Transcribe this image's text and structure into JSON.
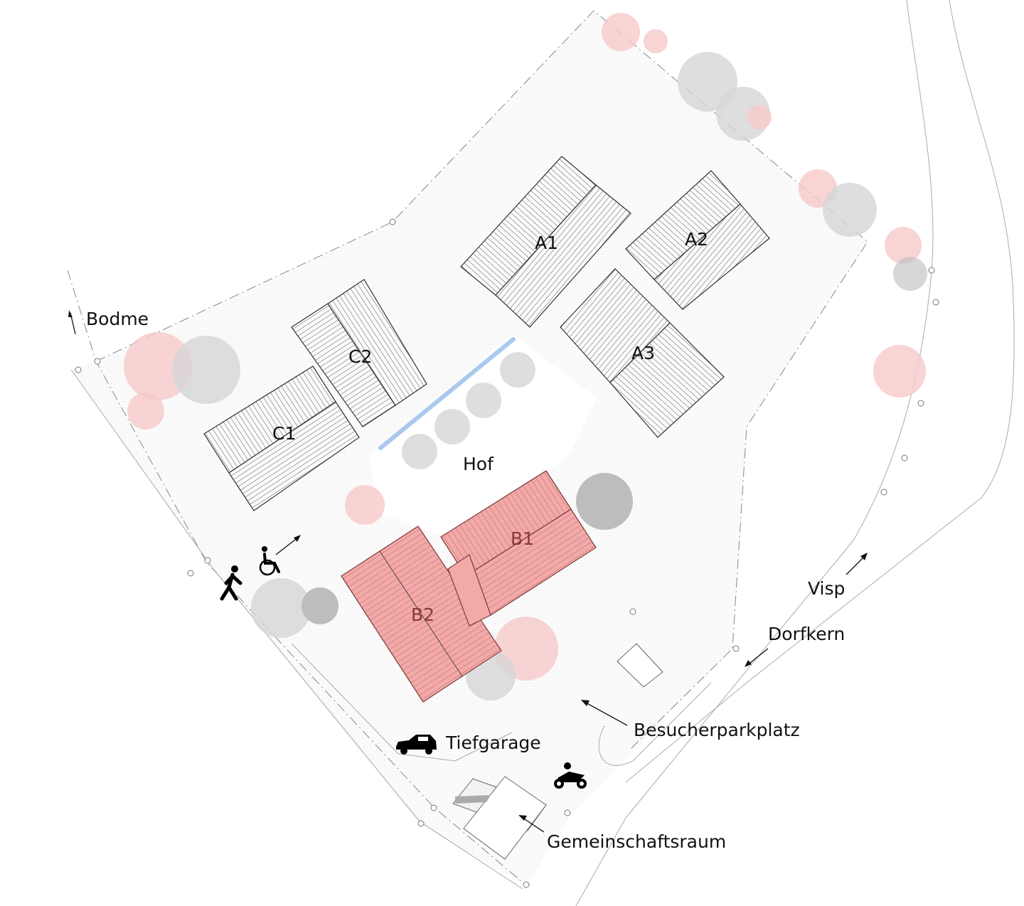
{
  "buildings": {
    "a1": "A1",
    "a2": "A2",
    "a3": "A3",
    "b1": "B1",
    "b2": "B2",
    "c1": "C1",
    "c2": "C2"
  },
  "labels": {
    "hof": "Hof",
    "bodme": "Bodme",
    "visp": "Visp",
    "dorfkern": "Dorfkern",
    "besucherparkplatz": "Besucherparkplatz",
    "tiefgarage": "Tiefgarage",
    "gemeinschaftsraum": "Gemeinschaftsraum"
  },
  "icons": [
    "pedestrian-icon",
    "wheelchair-icon",
    "car-icon",
    "motorcycle-icon"
  ],
  "colors": {
    "highlight_building": "#f2a9a7",
    "tree_red": "#f6c9c9",
    "water_channel": "#a9c9ee"
  }
}
